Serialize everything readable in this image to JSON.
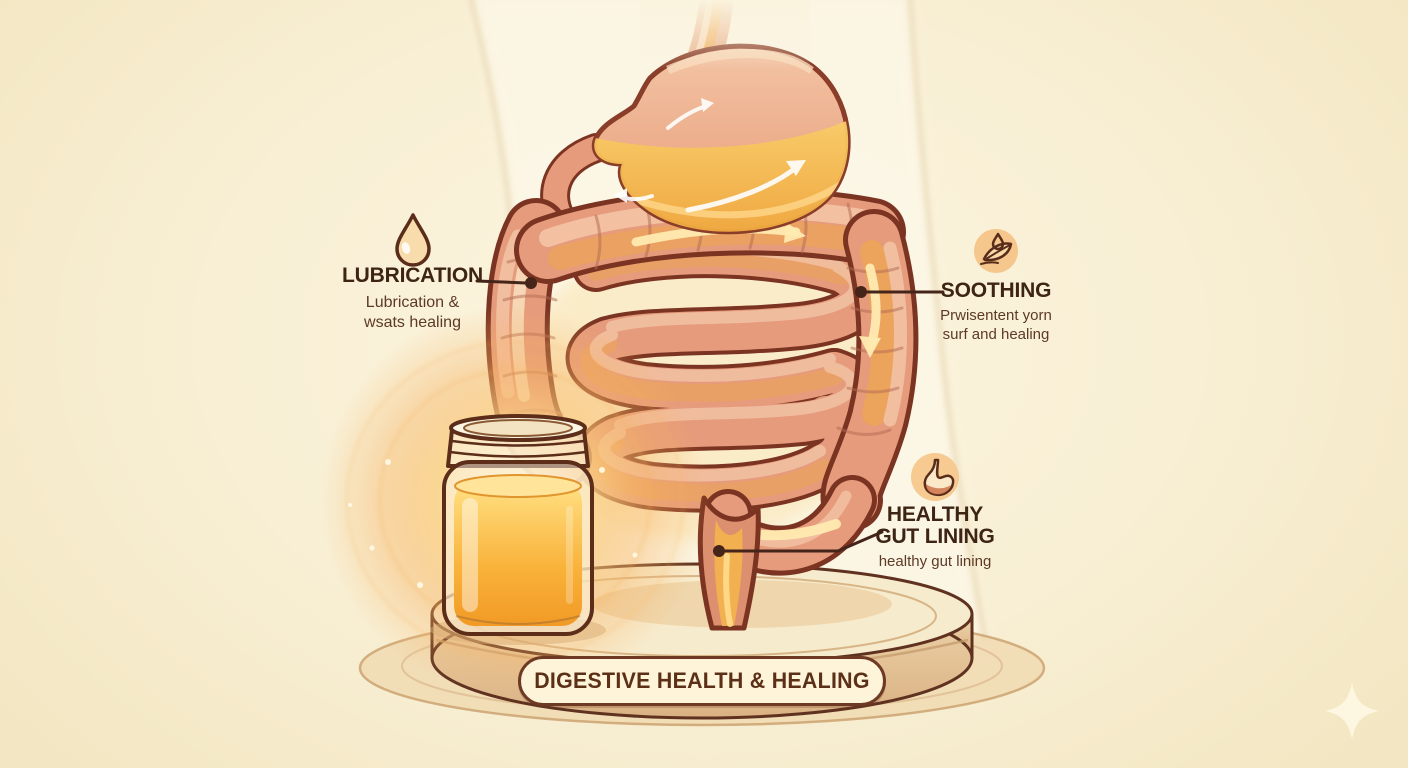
{
  "banner": {
    "label": "DIGESTIVE HEALTH & HEALING"
  },
  "labels": {
    "lubrication": {
      "heading": "LUBRICATION",
      "sub1": "Lubrication &",
      "sub2": "wsats healing"
    },
    "soothing": {
      "heading": "SOOTHING",
      "sub1": "Prwisentent yorn",
      "sub2": "surf and healing"
    },
    "healthy_gut": {
      "heading1": "HEALTHY",
      "heading2": "GUT LINING",
      "sub1": "healthy gut lining"
    }
  },
  "icons": {
    "lubrication": "droplet-icon",
    "soothing": "leaf-droplet-icon",
    "healthy_gut": "stomach-icon"
  },
  "colors": {
    "background": "#f8efd4",
    "outline_brown": "#7b3421",
    "intestine_salmon": "#e59b7c",
    "intestine_highlight": "#f3c2a4",
    "golden_ghee": "#f6a42c",
    "golden_light": "#ffe081",
    "label_heading": "#3e2413",
    "label_sub": "#5d3a26",
    "banner_fill": "#fdf4da",
    "banner_border": "#6e3a23",
    "pedestal_tan": "#e8c9a0",
    "icon_circle": "#f5c78c"
  }
}
